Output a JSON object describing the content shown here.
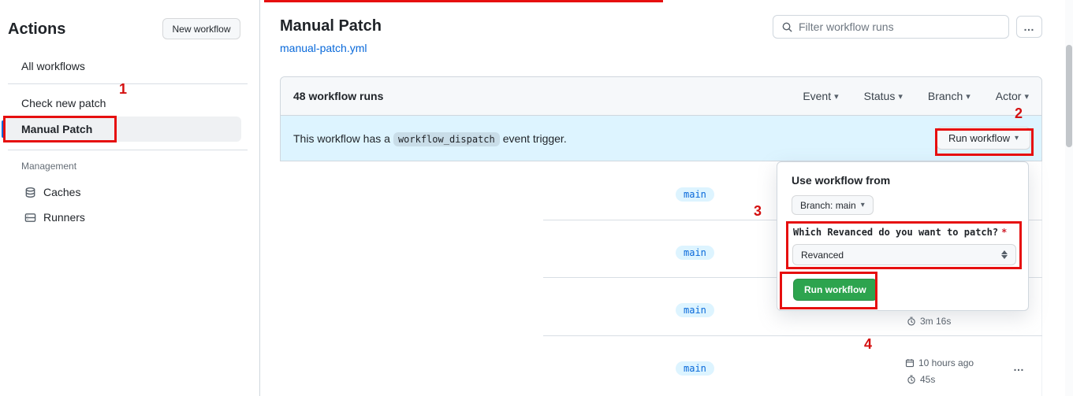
{
  "colors": {
    "annotation_red": "#e60f0f",
    "link_blue": "#0969da",
    "banner_bg": "#ddf4ff",
    "badge_bg": "#ddf4ff",
    "badge_text": "#0969da",
    "green_button": "#2da44e",
    "border": "#d0d7de"
  },
  "icons": {
    "caret_down": "▾",
    "kebab": "…"
  },
  "annotations": {
    "step1": "1",
    "step2": "2",
    "step3": "3",
    "step4": "4"
  },
  "sidebar": {
    "title": "Actions",
    "new_workflow_button": "New workflow",
    "items": [
      {
        "label": "All workflows"
      },
      {
        "label": "Check new patch"
      },
      {
        "label": "Manual Patch"
      }
    ],
    "management": {
      "title": "Management",
      "items": [
        {
          "label": "Caches"
        },
        {
          "label": "Runners"
        }
      ]
    }
  },
  "header": {
    "title": "Manual Patch",
    "file_link": "manual-patch.yml",
    "filter_placeholder": "Filter workflow runs"
  },
  "table": {
    "count": "48 workflow runs",
    "filters": [
      {
        "label": "Event"
      },
      {
        "label": "Status"
      },
      {
        "label": "Branch"
      },
      {
        "label": "Actor"
      }
    ],
    "banner": {
      "text_before": "This workflow has a",
      "code": "workflow_dispatch",
      "text_after": "event trigger.",
      "run_button": "Run workflow"
    },
    "rows": [
      {
        "branch": "main"
      },
      {
        "branch": "main"
      },
      {
        "branch": "main",
        "duration": "3m 16s"
      },
      {
        "branch": "main",
        "date": "10 hours ago",
        "duration": "45s"
      }
    ]
  },
  "popover": {
    "heading": "Use workflow from",
    "branch_selector": "Branch: main",
    "input_label": "Which Revanced do you want to patch?",
    "required_marker": "*",
    "select_value": "Revanced",
    "run_button": "Run workflow"
  }
}
